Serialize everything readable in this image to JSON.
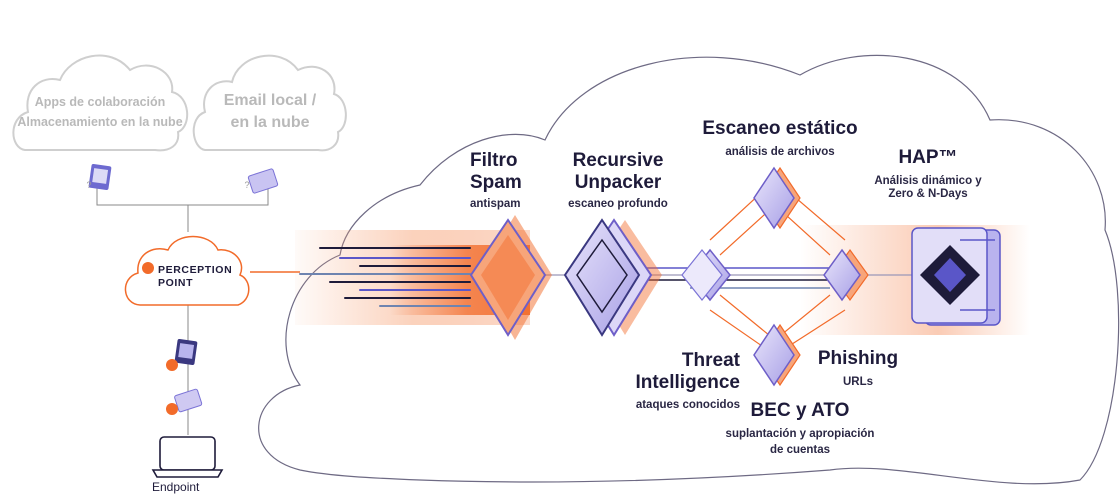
{
  "sources": {
    "cloud_left": {
      "line1": "Apps de colaboración",
      "line2": "Almacenamiento en la nube"
    },
    "cloud_right": {
      "line1": "Email local /",
      "line2": "en la nube"
    }
  },
  "perception_point": {
    "line1": "PERCEPTION",
    "line2": "POINT"
  },
  "endpoint": {
    "label": "Endpoint"
  },
  "stages": {
    "filtro_spam": {
      "title_line1": "Filtro",
      "title_line2": "Spam",
      "subtitle": "antispam"
    },
    "recursive_unpacker": {
      "title_line1": "Recursive",
      "title_line2": "Unpacker",
      "subtitle": "escaneo profundo"
    },
    "escaneo_estatico": {
      "title": "Escaneo estático",
      "subtitle": "análisis de archivos"
    },
    "hap": {
      "title": "HAP™",
      "subtitle_line1": "Análisis dinámico y",
      "subtitle_line2": "Zero & N-Days"
    },
    "threat_intelligence": {
      "title_line1": "Threat",
      "title_line2": "Intelligence",
      "subtitle": "ataques conocidos"
    },
    "phishing": {
      "title": "Phishing",
      "subtitle": "URLs"
    },
    "bec_ato": {
      "title": "BEC y ATO",
      "subtitle_line1": "suplantación y apropiación",
      "subtitle_line2": "de cuentas"
    }
  },
  "icon_marks": {
    "unknown_mark": "?"
  },
  "colors": {
    "accent_orange": "#f26b2a",
    "navy": "#1e1b3a",
    "violet": "#7b73d6",
    "light_violet": "#cfc9f2",
    "grey_outline": "#c9c9c9"
  }
}
